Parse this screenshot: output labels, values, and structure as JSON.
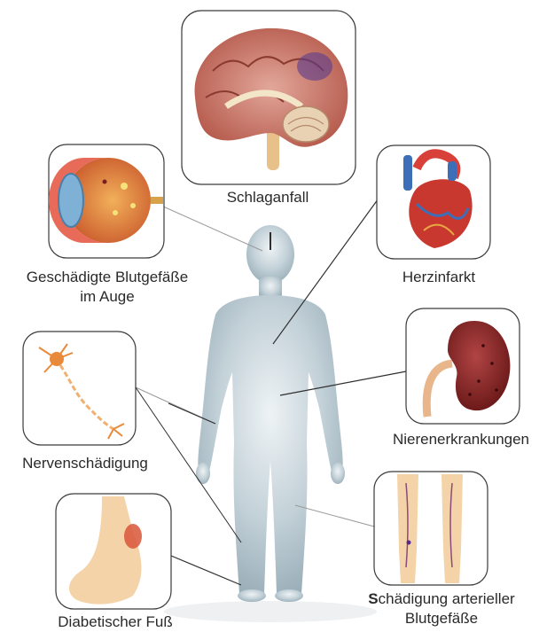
{
  "labels": {
    "stroke": "Schlaganfall",
    "eye_line1": "Geschädigte Blutgefäße",
    "eye_line2": "im Auge",
    "heart": "Herzinfarkt",
    "kidney": "Nierenerkrankungen",
    "nerve": "Nervenschädigung",
    "foot": "Diabetischer Fuß",
    "artery_line1": "Schädigung arterieller",
    "artery_line2": "Blutgefäße"
  },
  "icons": {
    "stroke": "brain-icon",
    "eye": "eye-icon",
    "heart": "heart-icon",
    "kidney": "kidney-icon",
    "nerve": "neuron-icon",
    "foot": "foot-icon",
    "artery": "legs-arteries-icon"
  },
  "colors": {
    "body": "#a9bcc6",
    "box_border": "#3a3a3a",
    "connector": "#9a9a9a",
    "connector_dark": "#2f2f2f",
    "text": "#2a2a2a"
  }
}
